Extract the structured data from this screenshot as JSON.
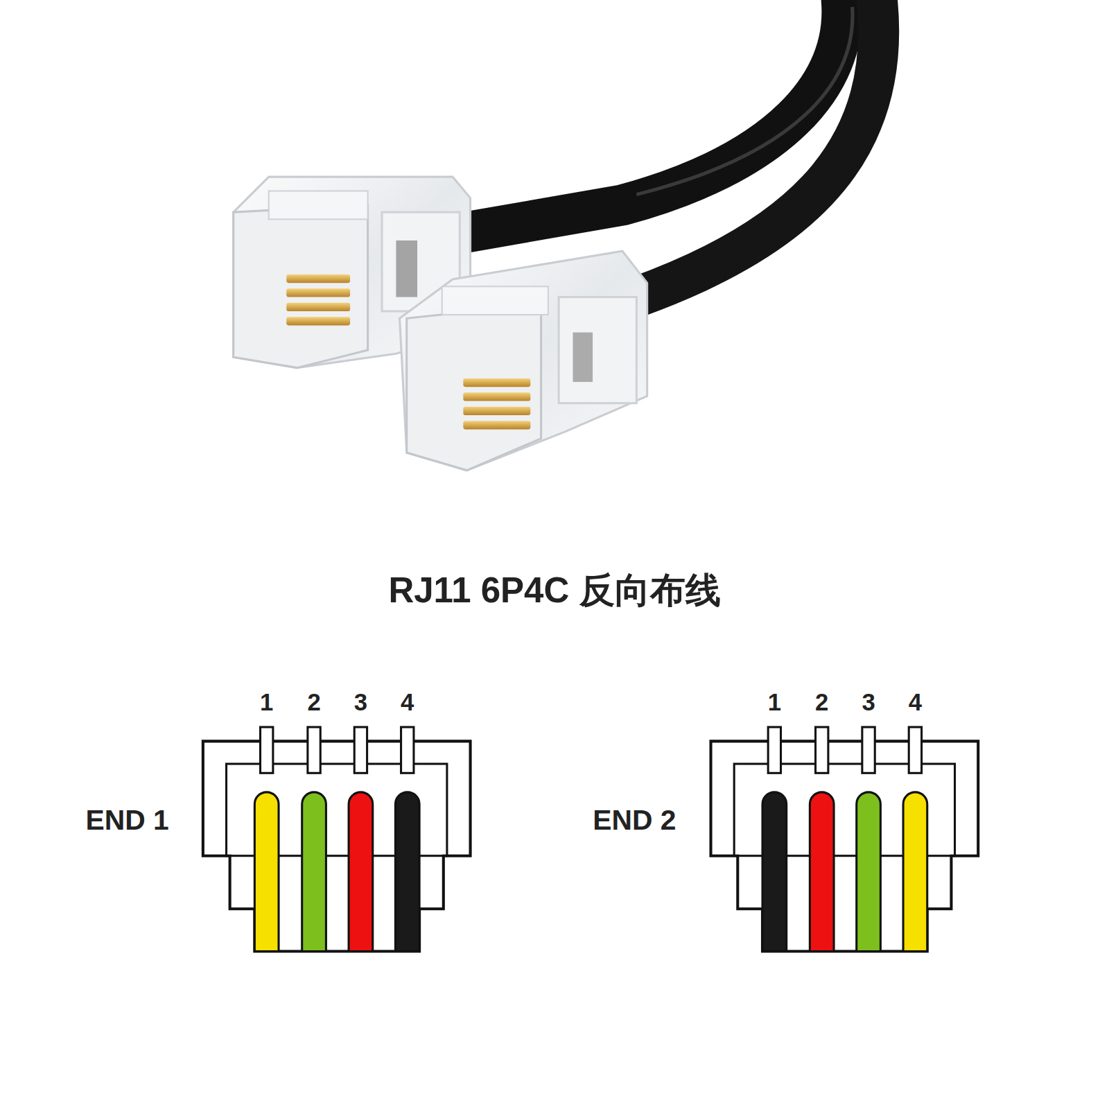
{
  "diagram": {
    "title": "RJ11 6P4C 反向布线",
    "labels": [
      "END 1",
      "1",
      "2",
      "3",
      "4",
      "END 2",
      "1",
      "2",
      "3",
      "4"
    ]
  }
}
